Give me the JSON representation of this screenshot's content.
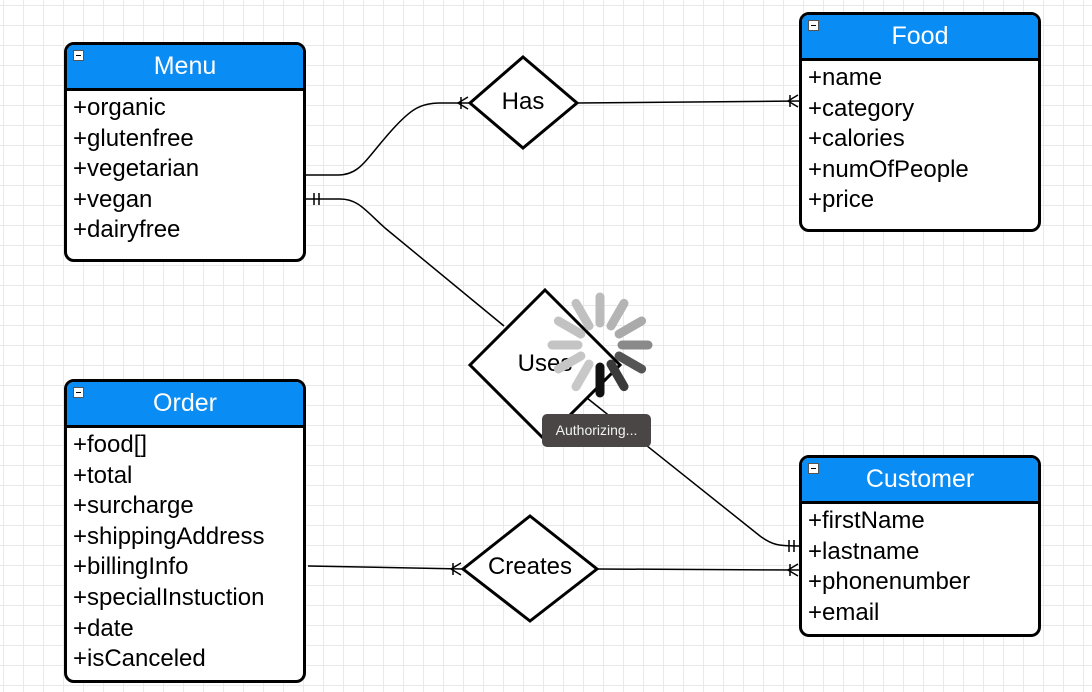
{
  "diagram": {
    "entities": {
      "menu": {
        "title": "Menu",
        "attributes": [
          "+organic",
          "+glutenfree",
          "+vegetarian",
          "+vegan",
          "+dairyfree"
        ]
      },
      "food": {
        "title": "Food",
        "attributes": [
          "+name",
          "+category",
          "+calories",
          "+numOfPeople",
          "+price"
        ]
      },
      "order": {
        "title": "Order",
        "attributes": [
          "+food[]",
          "+total",
          "+surcharge",
          "+shippingAddress",
          "+billingInfo",
          "+specialInstuction",
          "+date",
          "+isCanceled"
        ]
      },
      "customer": {
        "title": "Customer",
        "attributes": [
          "+firstName",
          "+lastname",
          "+phonenumber",
          "+email"
        ]
      }
    },
    "relationships": {
      "has": "Has",
      "uses": "Uses",
      "creates": "Creates"
    }
  },
  "loading": {
    "toast": "Authorizing..."
  },
  "colors": {
    "entity_header": "#0a8cf5",
    "toast_bg": "#4a4646"
  },
  "icons": [
    "collapse-icon",
    "loading-spinner-icon"
  ]
}
